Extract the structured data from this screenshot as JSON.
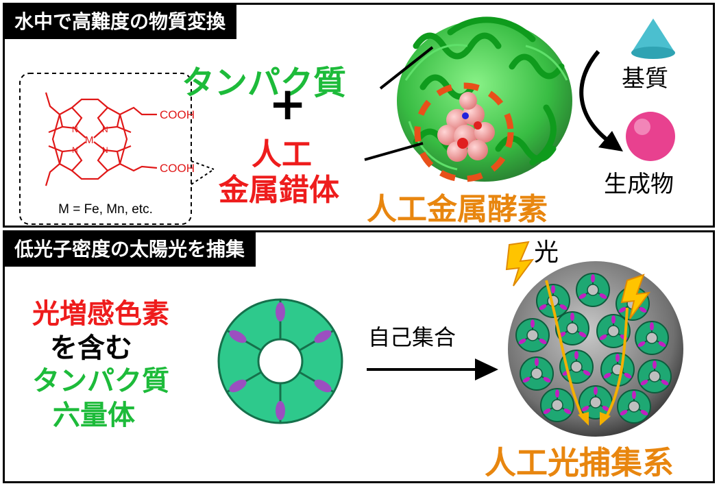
{
  "top_panel": {
    "banner": "水中で高難度の物質変換",
    "protein": "タンパク質",
    "plus": "+",
    "complex_line1": "人工",
    "complex_line2": "金属錯体",
    "enzyme": "人工金属酵素",
    "substrate": "基質",
    "product": "生成物",
    "structure": {
      "formula_caption": "M = Fe, Mn, etc.",
      "group_top": "COOH",
      "group_bottom": "COOH",
      "metal": "M",
      "n_labels": [
        "N",
        "N",
        "N",
        "N"
      ]
    }
  },
  "bottom_panel": {
    "banner": "低光子密度の太陽光を捕集",
    "label_line1": "光増感色素",
    "label_line2": "を含む",
    "label_line3": "タンパク質",
    "label_line4": "六量体",
    "assembly": "自己集合",
    "light": "光",
    "system": "人工光捕集系"
  },
  "colors": {
    "green": "#1dbb3a",
    "red": "#ee1c1c",
    "orange": "#e8860f",
    "ring": "#2ec98c",
    "pigment": "#9b4fc0",
    "substrate": "#4bbfcf",
    "product": "#e8418f"
  }
}
